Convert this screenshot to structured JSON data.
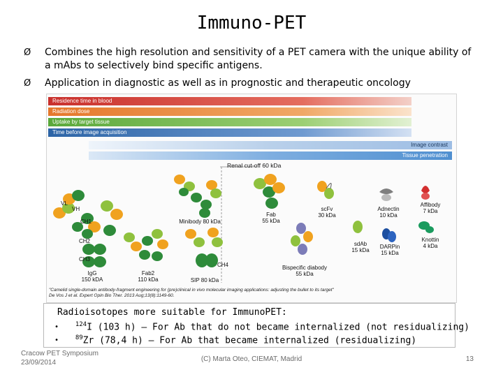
{
  "title": "Immuno-PET",
  "bullets": [
    {
      "marker": "Ø",
      "text": "Combines the high resolution and sensitivity of a PET camera with the unique ability of a mAbs to selectively bind specific antigens."
    },
    {
      "marker": "Ø",
      "text": "Application in diagnostic as well as in prognostic and therapeutic oncology"
    }
  ],
  "figure": {
    "bands": [
      {
        "label": "Residence time in blood",
        "color": "#d2352c"
      },
      {
        "label": "Radiation dose",
        "color": "#e37a2e"
      },
      {
        "label": "Uptake by target tissue",
        "color": "#6ab23e"
      },
      {
        "label": "Time before image acquisition",
        "color": "#2f6fb0"
      },
      {
        "label": "Image contrast",
        "color": "#a9c4e6"
      },
      {
        "label": "Tissue penetration",
        "color": "#5b9bd5"
      }
    ],
    "renal_cutoff": "Renal cut-off 60 kDa",
    "molecules": [
      {
        "name": "IgG",
        "size": "150 kDA"
      },
      {
        "name": "Fab2",
        "size": "110 kDa"
      },
      {
        "name": "Minibody 80 kDa",
        "size": ""
      },
      {
        "name": "SIP 80 kDa",
        "size": ""
      },
      {
        "name": "Fab",
        "size": "55 kDa"
      },
      {
        "name": "scFv",
        "size": "30 kDa"
      },
      {
        "name": "Bispecific diabody",
        "size": "55 kDa"
      },
      {
        "name": "sdAb",
        "size": "15 kDa"
      },
      {
        "name": "Adnectin",
        "size": "10 kDa"
      },
      {
        "name": "DARPin",
        "size": "15 kDa"
      },
      {
        "name": "Affibody",
        "size": "7 kDa"
      },
      {
        "name": "Knottin",
        "size": "4 kDa"
      }
    ],
    "domain_labels": {
      "vl": "VL",
      "vh": "VH",
      "ch1": "CH1",
      "ch2": "CH2",
      "ch3": "CH3",
      "ch4": "CH4"
    },
    "reference_quote": "\"Camelid single-domain antibody-fragment engineering for (pre)clinical in vivo molecular imaging applications: adjusting the bullet to its target\"",
    "reference_citation": "De Vos J et al. Expert Opin Bio Ther. 2013 Aug;13(8):1149-60."
  },
  "radioisotopes": {
    "heading": "Radioisotopes more suitable for ImmunoPET:",
    "items": [
      {
        "mass": "124",
        "symbol": "I",
        "text": "(103 h) – For Ab that  do not became  internalized (not residualizing)"
      },
      {
        "mass": "89",
        "symbol": "Zr",
        "text": "(78,4 h) – For Ab that became internalized (residualizing)"
      }
    ],
    "bullet_marker": "•"
  },
  "footer": {
    "left_line1": "Cracow PET Symposium",
    "left_line2": "23/09/2014",
    "center": "(C) Marta Oteo, CIEMAT, Madrid",
    "page": "13"
  },
  "colors": {
    "heavy_chain": "#2e8b3a",
    "light_chain": "#f0a21f",
    "variable_domain": "#8fc13e",
    "bispecific": "#7c7cb8"
  }
}
